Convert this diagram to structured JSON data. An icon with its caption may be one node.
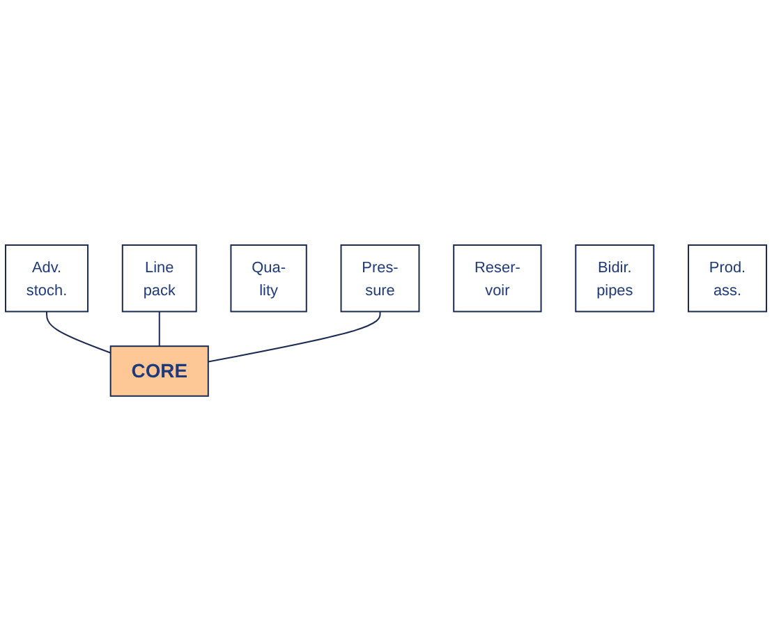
{
  "diagram": {
    "nodes": [
      {
        "text": [
          "Adv. stoch."
        ]
      },
      {
        "text": [
          "Line pack"
        ]
      },
      {
        "text": [
          "Qua- lity"
        ]
      },
      {
        "text": [
          "Pres- sure"
        ]
      },
      {
        "text": [
          "CORE"
        ]
      },
      {
        "text": [
          "Reser- voir"
        ]
      },
      {
        "text": [
          "Bidir. pipes"
        ]
      },
      {
        "text": [
          "Prod. ass."
        ]
      }
    ],
    "edges": [
      {
        "from": 0,
        "to": 4,
        "arrow": "none"
      },
      {
        "from": 1,
        "to": 4,
        "arrow": "none"
      },
      {
        "from": 3,
        "to": 4,
        "arrow": "none"
      }
    ]
  }
}
